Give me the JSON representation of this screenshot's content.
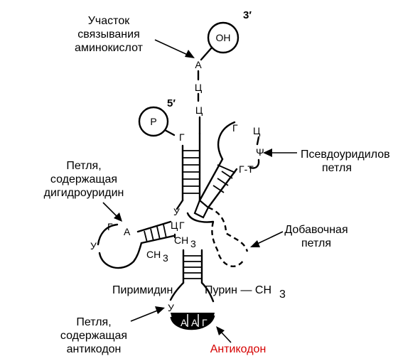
{
  "labels": {
    "amino_site": [
      "Участок",
      "связывания",
      "аминокислот"
    ],
    "pseudouridyl": [
      "Псевдоуридилов",
      "петля"
    ],
    "dihydrouridine": [
      "Петля,",
      "содержащая",
      "дигидроуридин"
    ],
    "extra_loop": [
      "Добавочная",
      "петля"
    ],
    "anticodon_loop": [
      "Петля,",
      "содержащая",
      "антикодон"
    ],
    "anticodon": "Антикодон",
    "pyrimidine": "Пиримидин",
    "purine": "Пурин — CH",
    "purine_sub": "3"
  },
  "ends": {
    "three_prime": "3′",
    "five_prime": "5′",
    "oh": "ОН",
    "p": "Р"
  },
  "nucleotides": {
    "acceptor": [
      "А",
      "Ц",
      "Ц"
    ],
    "g5": "Г",
    "t_loop": [
      "Г",
      "Ц",
      "Ψ",
      "Г-Т"
    ],
    "d_loop": [
      "Г",
      "А",
      "У"
    ],
    "d_stem": [
      "Ц",
      "Г"
    ],
    "u_junction": "У",
    "ch3": "CH",
    "ch3_sub": "3",
    "u_anticodon": "У",
    "anticodon_codons": [
      "А",
      "А",
      "Г"
    ]
  },
  "colors": {
    "anticodon_label": "#d60000"
  }
}
